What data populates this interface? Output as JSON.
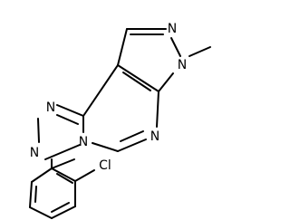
{
  "molecule": {
    "atoms": {
      "n_triazole_top": "N",
      "n_triazole_left": "N",
      "n_fusion": "N",
      "n_pyrimidine": "N",
      "n_pyrazole_top": "N",
      "n_methyl": "N",
      "chloro": "Cl"
    }
  }
}
